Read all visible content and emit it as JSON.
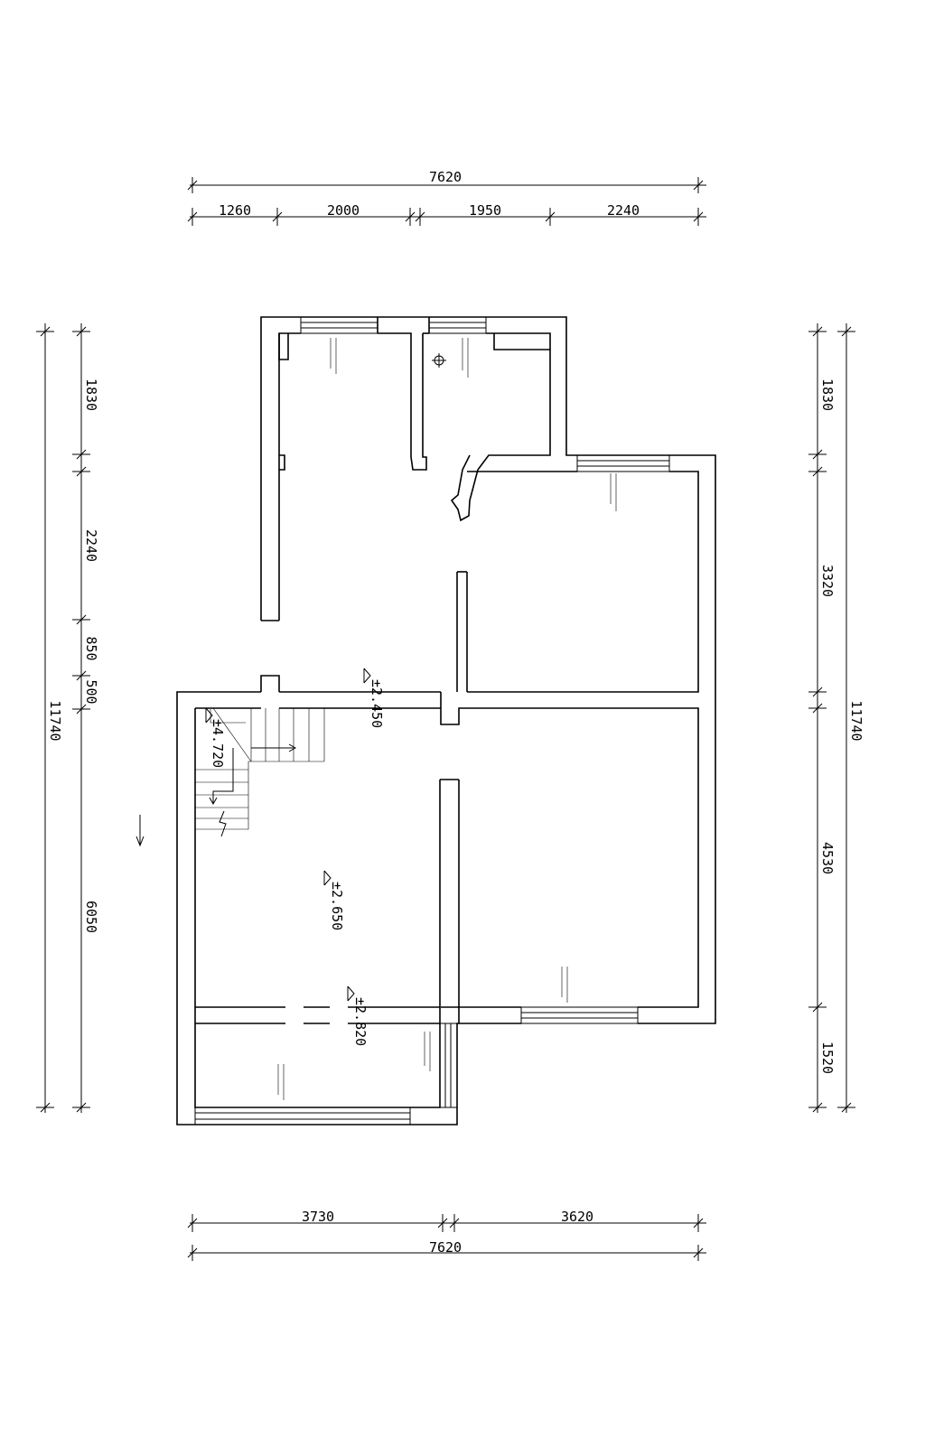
{
  "dimensions": {
    "top_total": "7620",
    "top_segments": [
      "1260",
      "2000",
      "1950",
      "2240"
    ],
    "bottom_segments": [
      "3730",
      "3620"
    ],
    "bottom_total": "7620",
    "left_total": "11740",
    "left_segments": [
      "1830",
      "2240",
      "850",
      "500",
      "6050"
    ],
    "right_total": "11740",
    "right_segments": [
      "1830",
      "3320",
      "4530",
      "1520"
    ]
  },
  "levels": [
    "±2.450",
    "±4.720",
    "±2.650",
    "±2.820"
  ]
}
